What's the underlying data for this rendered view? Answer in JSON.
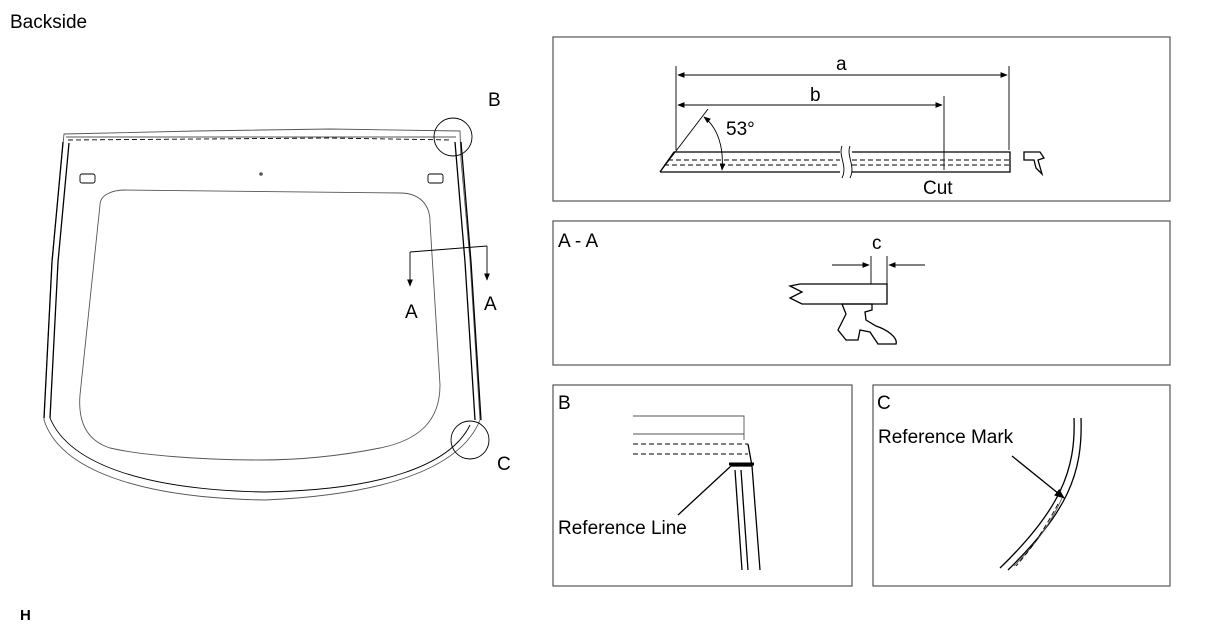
{
  "figure": {
    "main_title": "Backside",
    "footer_code": "H",
    "main_callouts": {
      "b": "B",
      "c": "C",
      "section_left": "A",
      "section_right": "A"
    }
  },
  "panel_cut": {
    "dim_a": "a",
    "dim_b": "b",
    "angle": "53°",
    "cut": "Cut"
  },
  "panel_section": {
    "title": "A - A",
    "dim_c": "c"
  },
  "panel_b": {
    "title": "B",
    "note": "Reference Line"
  },
  "panel_c": {
    "title": "C",
    "note": "Reference Mark"
  }
}
